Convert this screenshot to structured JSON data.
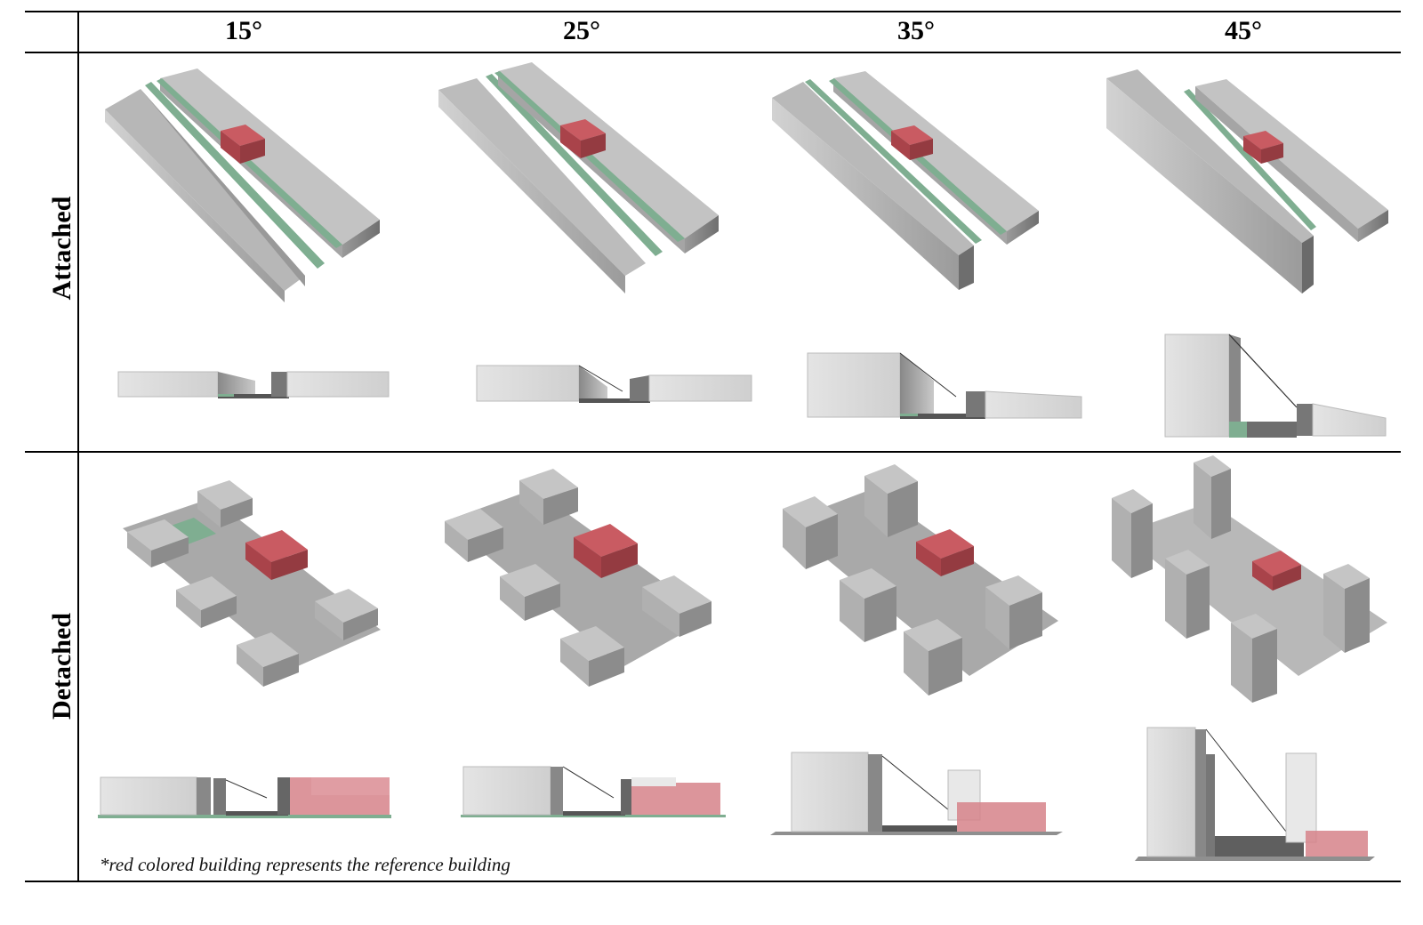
{
  "columns": [
    "15°",
    "25°",
    "35°",
    "45°"
  ],
  "rows": [
    "Attached",
    "Detached"
  ],
  "footnote": "*red colored building represents the reference building",
  "colors": {
    "building_top": "#c7c7c7",
    "building_left": "#a9a9a9",
    "building_right": "#8c8c8c",
    "reference_building": "#b34b50",
    "green_strip": "#7fae91",
    "street": "#9d9d9d",
    "ground": "#d8d8d8"
  }
}
